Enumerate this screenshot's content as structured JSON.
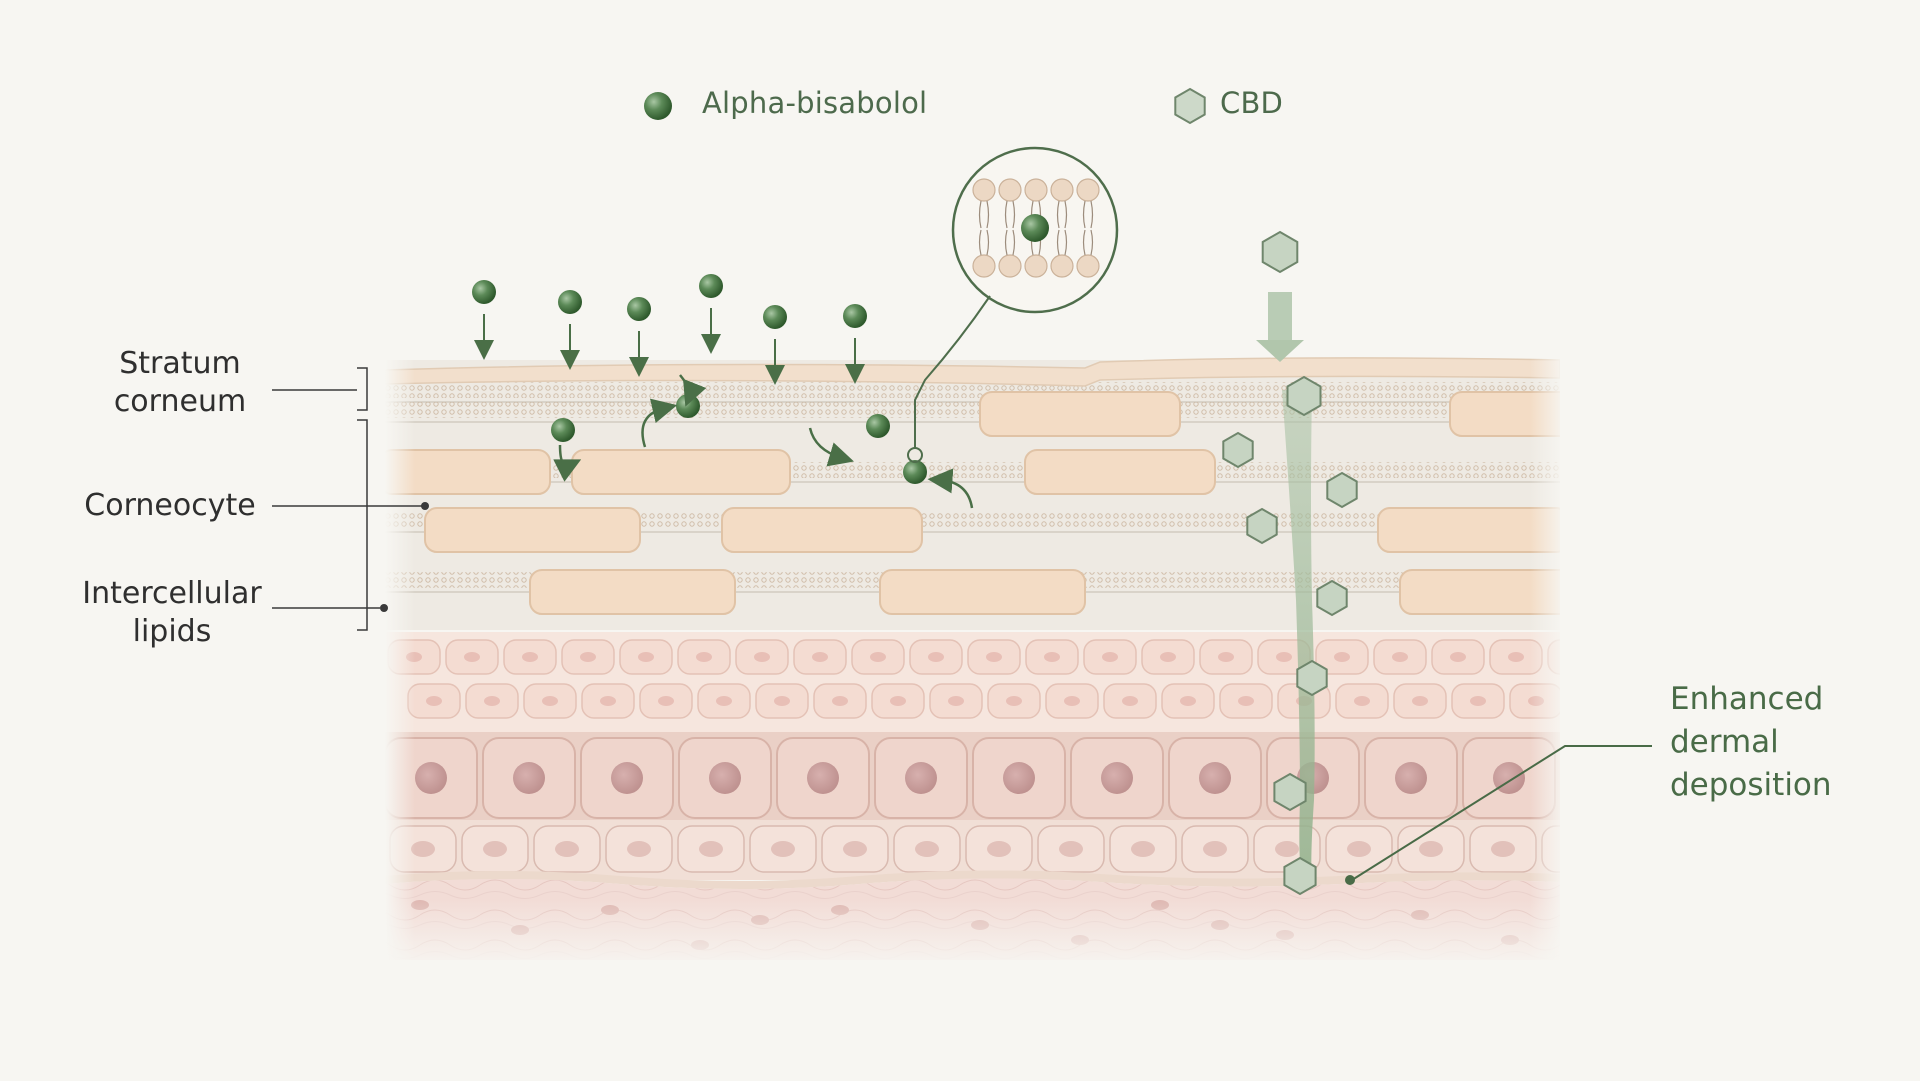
{
  "legend": {
    "alpha": {
      "label": "Alpha-bisabolol",
      "icon": "green-sphere-icon"
    },
    "cbd": {
      "label": "CBD",
      "icon": "hexagon-icon"
    }
  },
  "labels": {
    "stratum_corneum": "Stratum\ncorneum",
    "corneocyte": "Corneocyte",
    "intercellular_lipids": "Intercellular\nlipids",
    "enhanced": "Enhanced\ndermal\ndeposition"
  },
  "colors": {
    "background": "#f7f6f2",
    "alpha_green": "#4f7d4c",
    "cbd_fill": "#c6d4c2",
    "cbd_stroke": "#6f866c",
    "corneocyte": "#f3dcc5",
    "lipid_dot": "#d6c2ad",
    "epidermis_cell": "#f1d6cc",
    "dermis": "#f0d9d4",
    "label_text": "#2f2f2f",
    "green_text": "#496b47"
  }
}
